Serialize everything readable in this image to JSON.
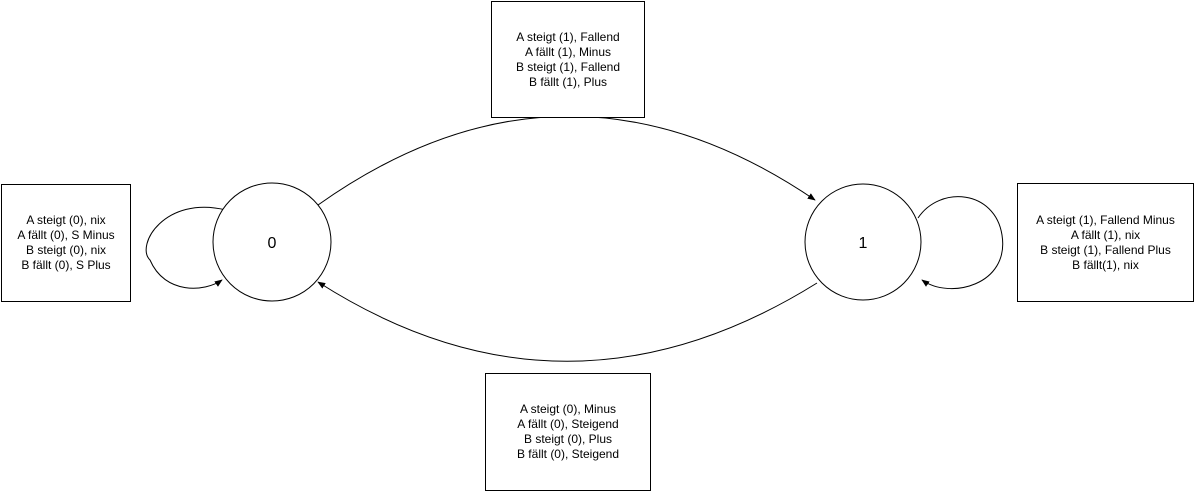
{
  "diagram": {
    "states": [
      {
        "id": "s0",
        "label": "0"
      },
      {
        "id": "s1",
        "label": "1"
      }
    ],
    "transitions": {
      "top": {
        "from": "0",
        "to": "1",
        "lines": [
          "A steigt (1), Fallend",
          "A fällt (1), Minus",
          "B steigt (1), Fallend",
          "B fällt (1), Plus"
        ]
      },
      "left": {
        "from": "0",
        "to": "0",
        "lines": [
          "A steigt (0), nix",
          "A fällt (0), S Minus",
          "B steigt (0), nix",
          "B fällt (0), S Plus"
        ]
      },
      "right": {
        "from": "1",
        "to": "1",
        "lines": [
          "A steigt (1), Fallend Minus",
          "A fällt (1), nix",
          "B steigt (1), Fallend Plus",
          "B fällt(1), nix"
        ]
      },
      "bottom": {
        "from": "1",
        "to": "0",
        "lines": [
          "A steigt (0), Minus",
          "A fällt (0), Steigend",
          "B steigt (0), Plus",
          "B fällt (0), Steigend"
        ]
      }
    },
    "colors": {
      "line": "#000000",
      "fill": "#ffffff"
    }
  }
}
